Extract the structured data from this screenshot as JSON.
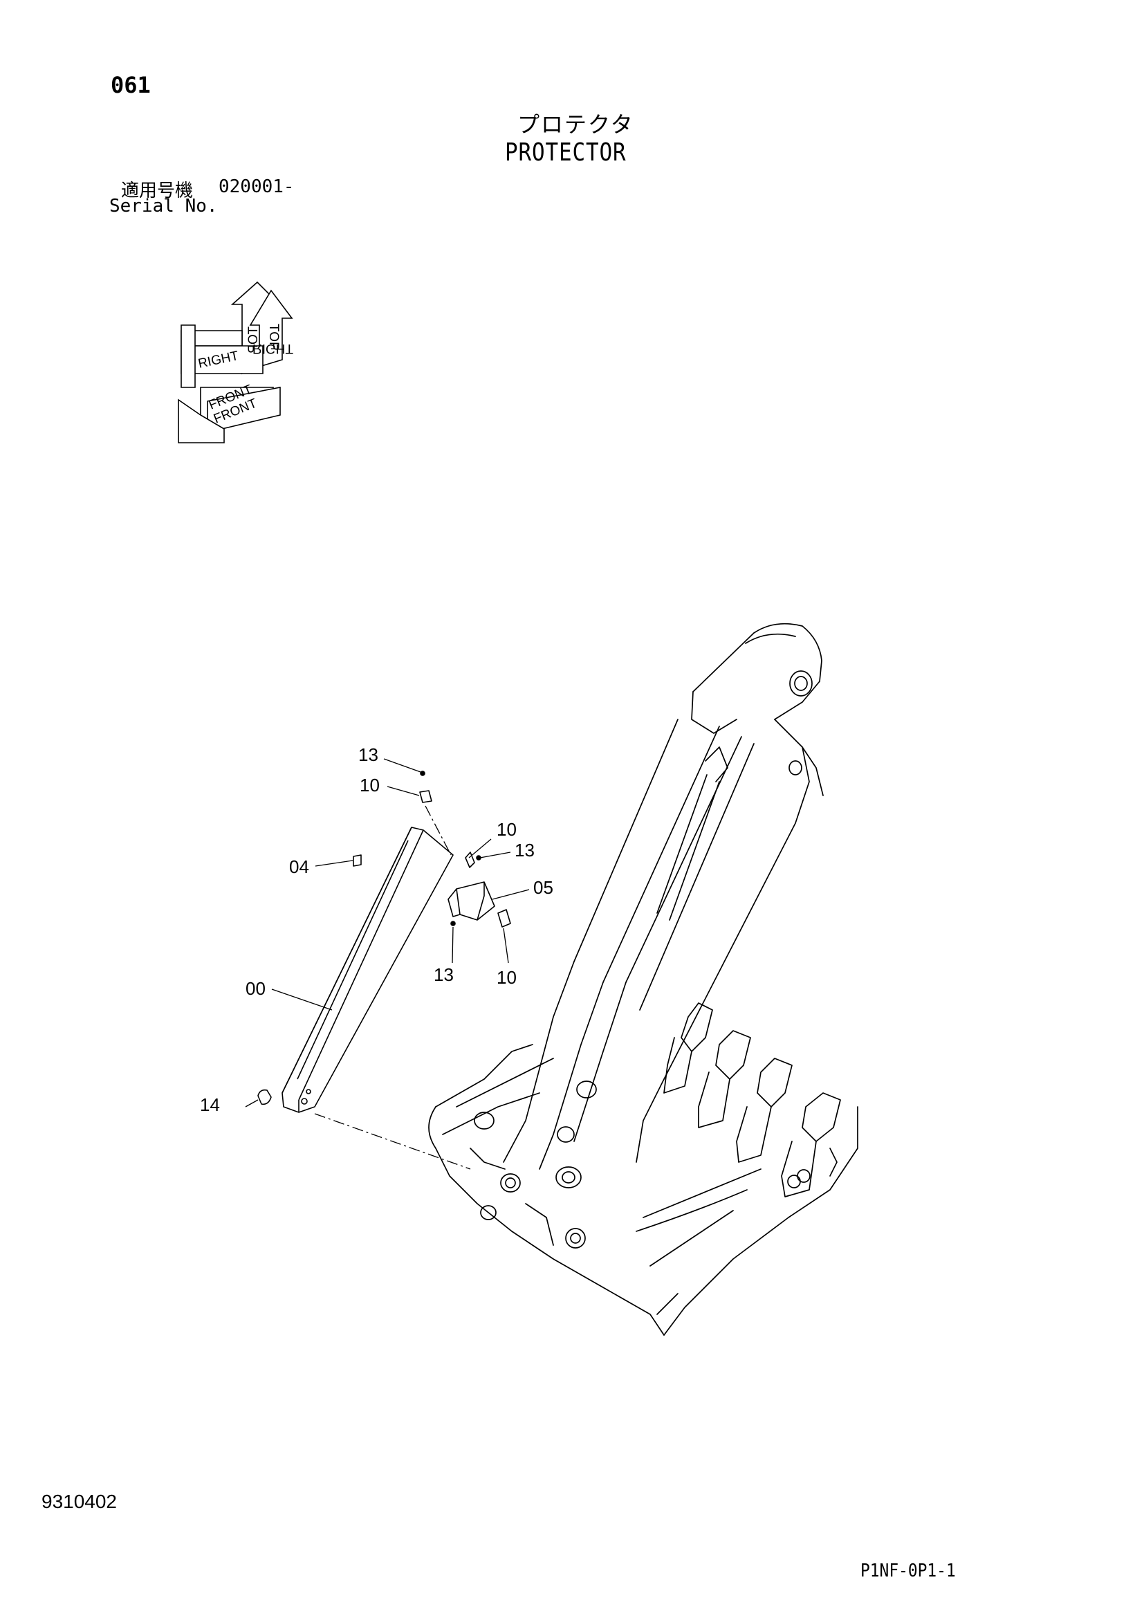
{
  "page_number": "061",
  "title_jp": "プロテクタ",
  "title_en": "PROTECTOR",
  "serial": {
    "label_jp": "適用号機",
    "value": "020001-",
    "label_en": "Serial No."
  },
  "orientation": {
    "labels": [
      "TOP",
      "TOP",
      "RIGHT",
      "RIGHT",
      "FRONT",
      "FRONT"
    ]
  },
  "callouts": [
    "13",
    "10",
    "10",
    "13",
    "04",
    "05",
    "13",
    "10",
    "00",
    "14"
  ],
  "doc_code": "9310402",
  "sheet_code": "P1NF-0P1-1"
}
